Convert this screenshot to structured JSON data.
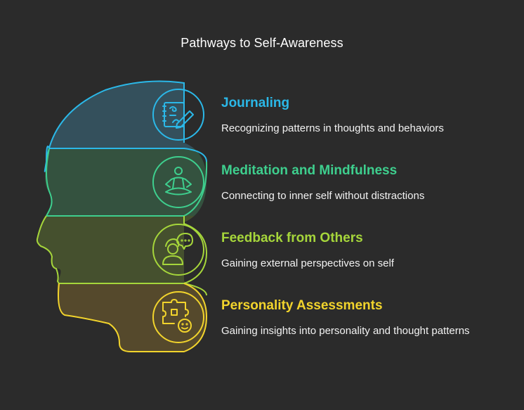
{
  "title": "Pathways to Self-Awareness",
  "items": [
    {
      "title": "Journaling",
      "description": "Recognizing patterns in thoughts and behaviors",
      "color": "#2bb8e8",
      "fill": "#34505c",
      "icon": "journal-pen-icon"
    },
    {
      "title": "Meditation and Mindfulness",
      "description": "Connecting to inner self without distractions",
      "color": "#3ecf8e",
      "fill": "#34523f",
      "icon": "meditation-person-icon"
    },
    {
      "title": "Feedback from Others",
      "description": "Gaining external perspectives on self",
      "color": "#a6d63b",
      "fill": "#45502e",
      "icon": "person-speech-bubble-icon"
    },
    {
      "title": "Personality Assessments",
      "description": "Gaining insights into personality and thought patterns",
      "color": "#f2d42c",
      "fill": "#55492c",
      "icon": "puzzle-face-icon"
    }
  ]
}
